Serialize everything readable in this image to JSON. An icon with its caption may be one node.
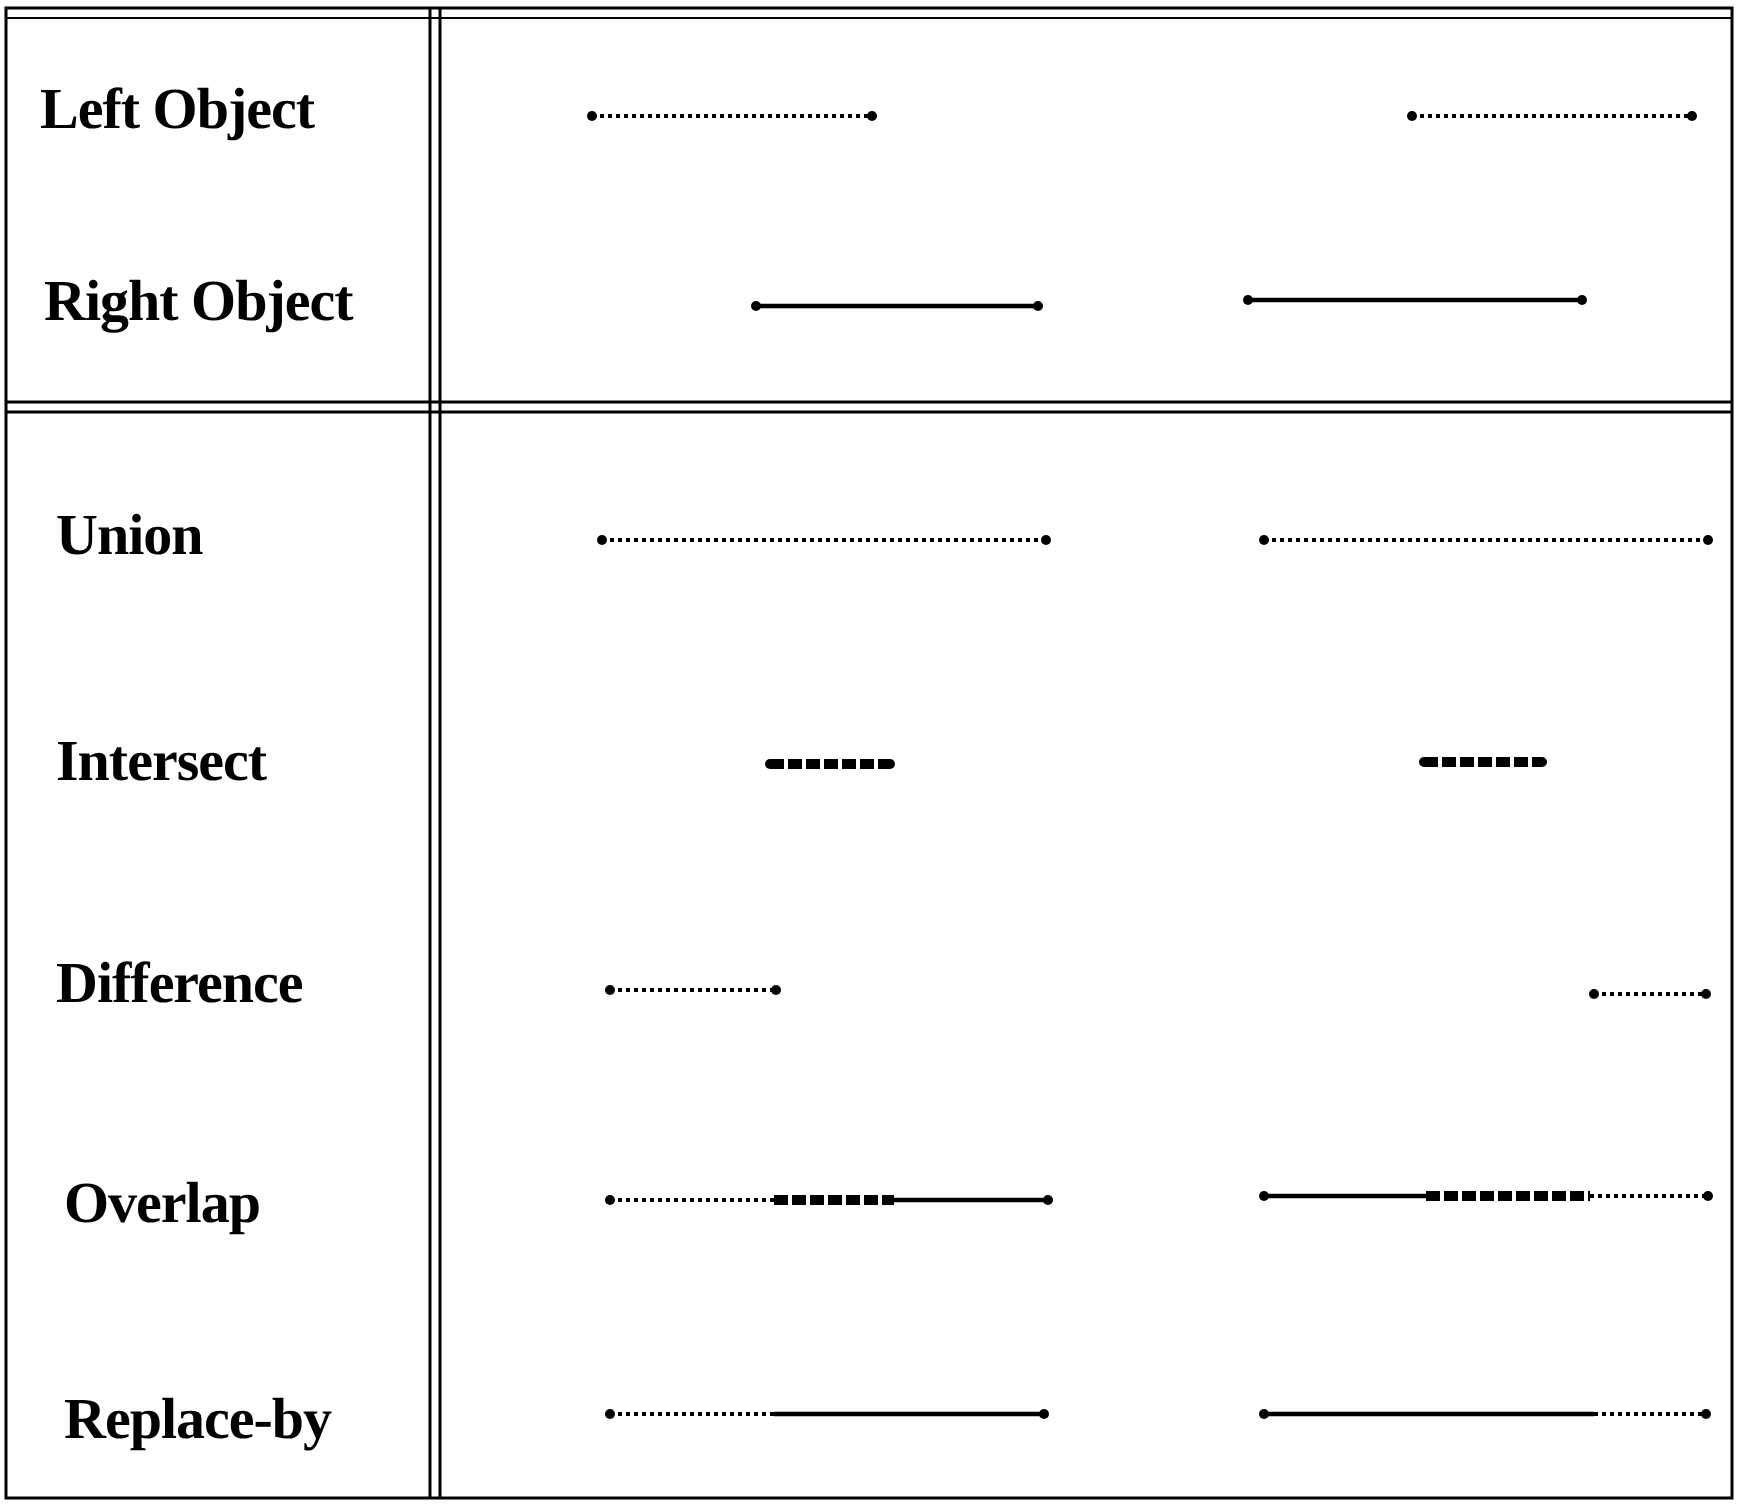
{
  "diagram": {
    "labels": [
      "Left Object",
      "Right Object",
      "Union",
      "Intersect",
      "Difference",
      "Overlap",
      "Replace-by"
    ]
  }
}
